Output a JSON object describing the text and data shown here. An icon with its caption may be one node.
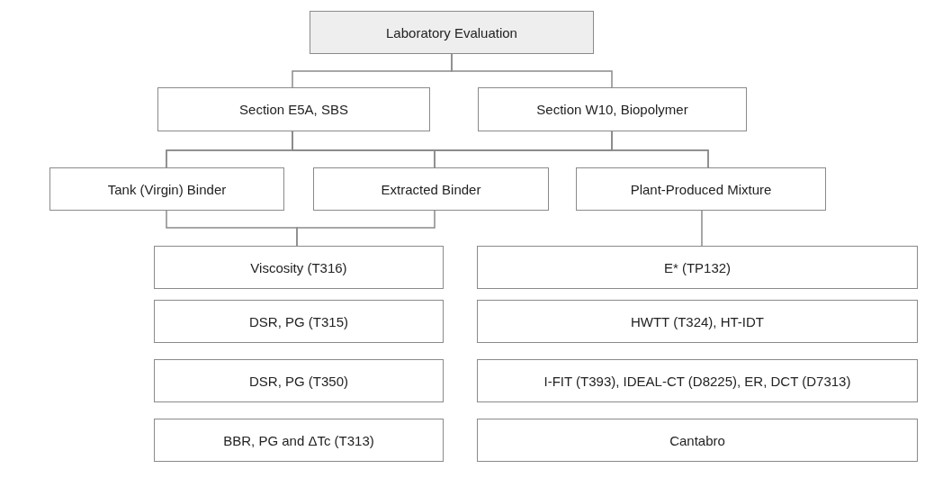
{
  "diagram": {
    "nodes": [
      {
        "text": [
          "Laboratory Evaluation"
        ]
      },
      {
        "text": [
          "Section E5A, SBS"
        ]
      },
      {
        "text": [
          "Section W10, Biopolymer"
        ]
      },
      {
        "text": [
          "Tank (Virgin) Binder"
        ]
      },
      {
        "text": [
          "Extracted Binder"
        ]
      },
      {
        "text": [
          "Plant-Produced Mixture"
        ]
      },
      {
        "text": [
          "Viscosity (T316)"
        ]
      },
      {
        "text": [
          "DSR, PG (T315)"
        ]
      },
      {
        "text": [
          "DSR, PG (T350)"
        ]
      },
      {
        "text": [
          "BBR, PG and ΔTc (T313)"
        ]
      },
      {
        "text": [
          "E* (TP132)"
        ]
      },
      {
        "text": [
          "HWTT (T324), HT-IDT"
        ]
      },
      {
        "text": [
          "I-FIT (T393), IDEAL-CT (D8225), ER, DCT (D7313)"
        ]
      },
      {
        "text": [
          "Cantabro"
        ]
      }
    ],
    "edges": [
      {
        "from": 0,
        "to": 1,
        "arrow": "none"
      },
      {
        "from": 0,
        "to": 2,
        "arrow": "none"
      },
      {
        "from": 1,
        "to": 3,
        "arrow": "none"
      },
      {
        "from": 1,
        "to": 4,
        "arrow": "none"
      },
      {
        "from": 1,
        "to": 5,
        "arrow": "none"
      },
      {
        "from": 2,
        "to": 3,
        "arrow": "none"
      },
      {
        "from": 2,
        "to": 4,
        "arrow": "none"
      },
      {
        "from": 2,
        "to": 5,
        "arrow": "none"
      },
      {
        "from": 3,
        "to": 6,
        "arrow": "none"
      },
      {
        "from": 4,
        "to": 6,
        "arrow": "none"
      },
      {
        "from": 5,
        "to": 10,
        "arrow": "none"
      }
    ]
  }
}
